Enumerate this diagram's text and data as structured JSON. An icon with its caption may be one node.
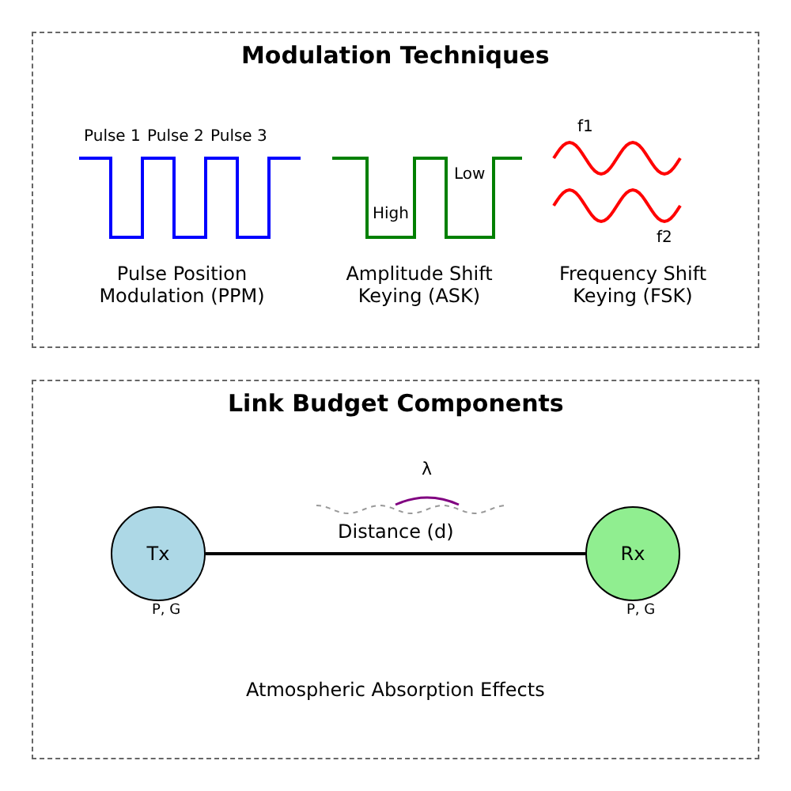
{
  "diagram": {
    "nodes": [
      {
        "text": [
          "Modulation Techniques"
        ]
      },
      {
        "text": [
          "Link Budget Components"
        ]
      },
      {
        "text": [
          "Tx"
        ],
        "in": 1,
        "beside": [
          "P, G"
        ]
      },
      {
        "text": [
          "Rx"
        ],
        "in": 1,
        "beside": [
          "P, G"
        ]
      }
    ],
    "edges": [
      {
        "from": 2,
        "to": 3,
        "arrow": "none",
        "label": "Distance (d)"
      }
    ],
    "labels": [
      "Pulse 1",
      "Pulse 2",
      "Pulse 3",
      "Pulse Position Modulation (PPM)",
      "High",
      "Low",
      "Amplitude Shift Keying (ASK)",
      "f1",
      "f2",
      "Frequency Shift Keying (FSK)",
      "λ",
      "Atmospheric Absorption Effects"
    ]
  }
}
